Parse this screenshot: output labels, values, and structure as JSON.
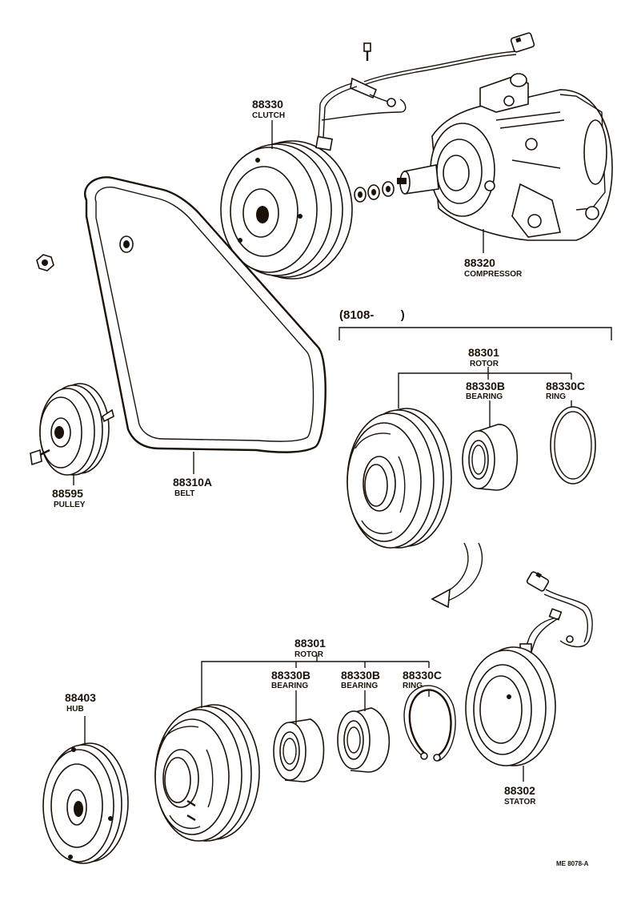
{
  "parts": {
    "clutch": {
      "number": "88330",
      "name": "CLUTCH"
    },
    "compressor": {
      "number": "88320",
      "name": "COMPRESSOR"
    },
    "pulley": {
      "number": "88595",
      "name": "PULLEY"
    },
    "belt": {
      "number": "88310A",
      "name": "BELT"
    },
    "rotor_upper": {
      "number": "88301",
      "name": "ROTOR"
    },
    "bearing_upper": {
      "number": "88330B",
      "name": "BEARING"
    },
    "ring_upper": {
      "number": "88330C",
      "name": "RING"
    },
    "rotor_lower": {
      "number": "88301",
      "name": "ROTOR"
    },
    "hub": {
      "number": "88403",
      "name": "HUB"
    },
    "bearing_lower_1": {
      "number": "88330B",
      "name": "BEARING"
    },
    "bearing_lower_2": {
      "number": "88330B",
      "name": "BEARING"
    },
    "ring_lower": {
      "number": "88330C",
      "name": "RING"
    },
    "stator": {
      "number": "88302",
      "name": "STATOR"
    }
  },
  "date_range": "(8108-        )",
  "drawing_code": "ME 8078-A"
}
